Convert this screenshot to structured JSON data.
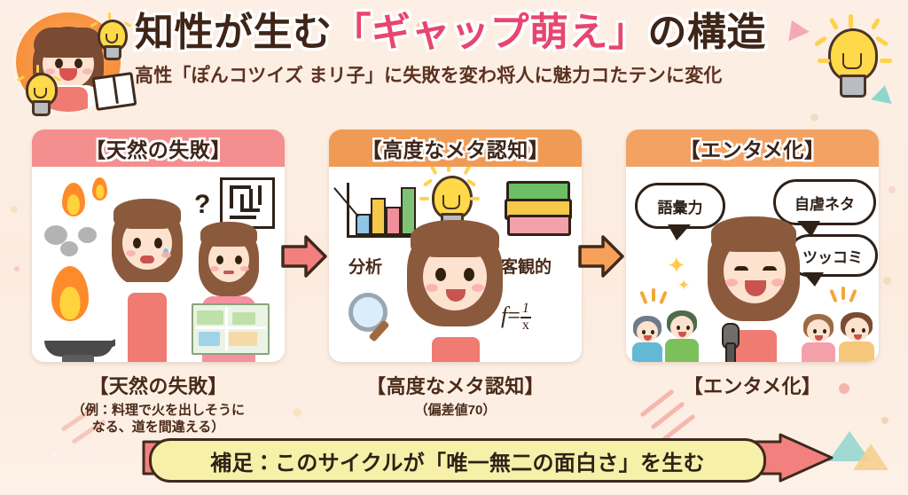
{
  "header": {
    "title_parts": [
      {
        "text": "知性が生む",
        "highlight": false
      },
      {
        "text": "「ギャップ萌え」",
        "highlight": true
      },
      {
        "text": "の構造",
        "highlight": false
      }
    ],
    "title_plain": "知性が生む「ギャップ萌え」の構造",
    "subtitle": "高性「ぽんコツイズ まリ子」に失敗を変わ将人に魅力コたテンに変化",
    "avatar_label": "まり子",
    "icons": [
      "lightbulb-icon",
      "book-icon",
      "lightbulb-icon"
    ]
  },
  "panels": [
    {
      "header": "【天然の失敗】",
      "header_color": "#f58e8e",
      "caption_main": "【天然の失敗】",
      "caption_sub_line1": "（例：料理で火を出しそうに",
      "caption_sub_line2": "なる、道を間違える）",
      "art_labels": [
        "?"
      ],
      "art_items": [
        "fire-icon",
        "smoke-icon",
        "frying-pan-icon",
        "question-mark-icon",
        "maze-icon",
        "map-icon",
        "worried-girl",
        "confused-girl"
      ]
    },
    {
      "header": "【高度なメタ認知】",
      "header_color": "#f09b55",
      "caption_main": "【高度なメタ認知】",
      "caption_sub_line1": "（偏差値70）",
      "caption_sub_line2": "",
      "art_labels": [
        "分析",
        "客観的",
        "f = 1/x"
      ],
      "formula": {
        "lhs": "f",
        "eq": "=",
        "num": "1",
        "den": "x"
      },
      "art_items": [
        "bar-chart-icon",
        "lightbulb-icon",
        "books-icon",
        "magnifier-icon",
        "smiling-girl"
      ]
    },
    {
      "header": "【エンタメ化】",
      "header_color": "#f3a263",
      "caption_main": "【エンタメ化】",
      "caption_sub_line1": "",
      "caption_sub_line2": "",
      "art_labels": [
        "語彙力",
        "自虐ネタ",
        "ツッコミ"
      ],
      "art_items": [
        "speech-bubble-icon",
        "microphone-icon",
        "sparkle-icon",
        "audience-kids"
      ]
    }
  ],
  "arrows": [
    {
      "name": "arrow-step-1-to-2",
      "color": "#f2807f"
    },
    {
      "name": "arrow-step-2-to-3",
      "color": "#f6a05a"
    }
  ],
  "footer": {
    "banner_text": "補足：このサイクルが「唯一無二の面白さ」を生む",
    "pill_color": "#f6f0a8",
    "arrow_color": "#f2807f"
  },
  "colors": {
    "background": "#fdeee3",
    "title_dark": "#3f2517",
    "title_accent": "#e8456f",
    "panel1": "#f58e8e",
    "panel2": "#f09b55",
    "panel3": "#f3a263"
  }
}
